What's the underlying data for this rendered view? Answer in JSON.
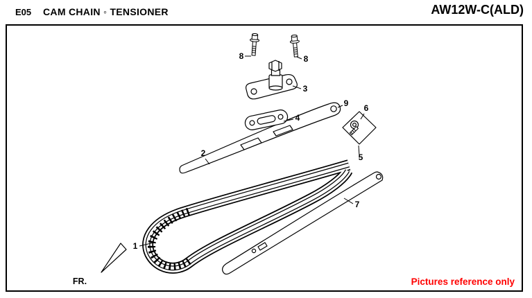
{
  "header": {
    "code": "E05",
    "title": "CAM CHAIN ◦ TENSIONER",
    "model": "AW12W-C(ALD)"
  },
  "diagram": {
    "fr_label": "FR.",
    "note": "Pictures reference only",
    "note_color": "#ff0000",
    "callouts": [
      "1",
      "2",
      "3",
      "4",
      "5",
      "6",
      "7",
      "8",
      "8",
      "9"
    ]
  }
}
